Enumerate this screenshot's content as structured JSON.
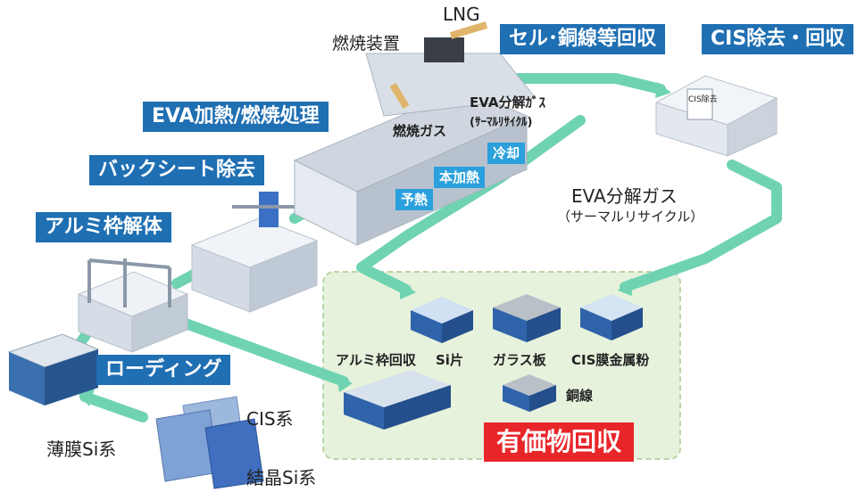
{
  "labels": {
    "lng": "LNG",
    "combustion_device": "燃焼装置",
    "cell_copper_recovery": "セル･銅線等回収",
    "cis_removal": "CIS除去・回収",
    "eva_heating": "EVA加熱/燃焼処理",
    "eva_gas_top_line1": "EVA分解ｶﾞｽ",
    "eva_gas_top_line2": "(ｻｰﾏﾙﾘｻｲｸﾙ)",
    "combustion_gas": "燃焼ガス",
    "cooling": "冷却",
    "main_heating": "本加熱",
    "preheating": "予熱",
    "backsheet_removal": "バックシート除去",
    "eva_gas_right_line1": "EVA分解ガス",
    "eva_gas_right_line2": "（サーマルリサイクル）",
    "aluminum_frame_dismantle": "アルミ枠解体",
    "aluminum_frame_recovery": "アルミ枠回収",
    "si_pieces": "Si片",
    "glass_plate": "ガラス板",
    "cis_film_powder": "CIS膜金属粉",
    "copper_wire": "銅線",
    "loading": "ローディング",
    "cis_type": "CIS系",
    "thin_film_si": "薄膜Si系",
    "crystalline_si": "結晶Si系",
    "valuables_recovery": "有価物回収",
    "cis_machine_tag": "CIS除去"
  },
  "colors": {
    "label_blue": "#1f6fb3",
    "step_blue": "#2aa0dc",
    "arrow_green": "#6fd3b2",
    "recovery_red": "#e8262a",
    "recovery_area": "#e6f2dc"
  }
}
